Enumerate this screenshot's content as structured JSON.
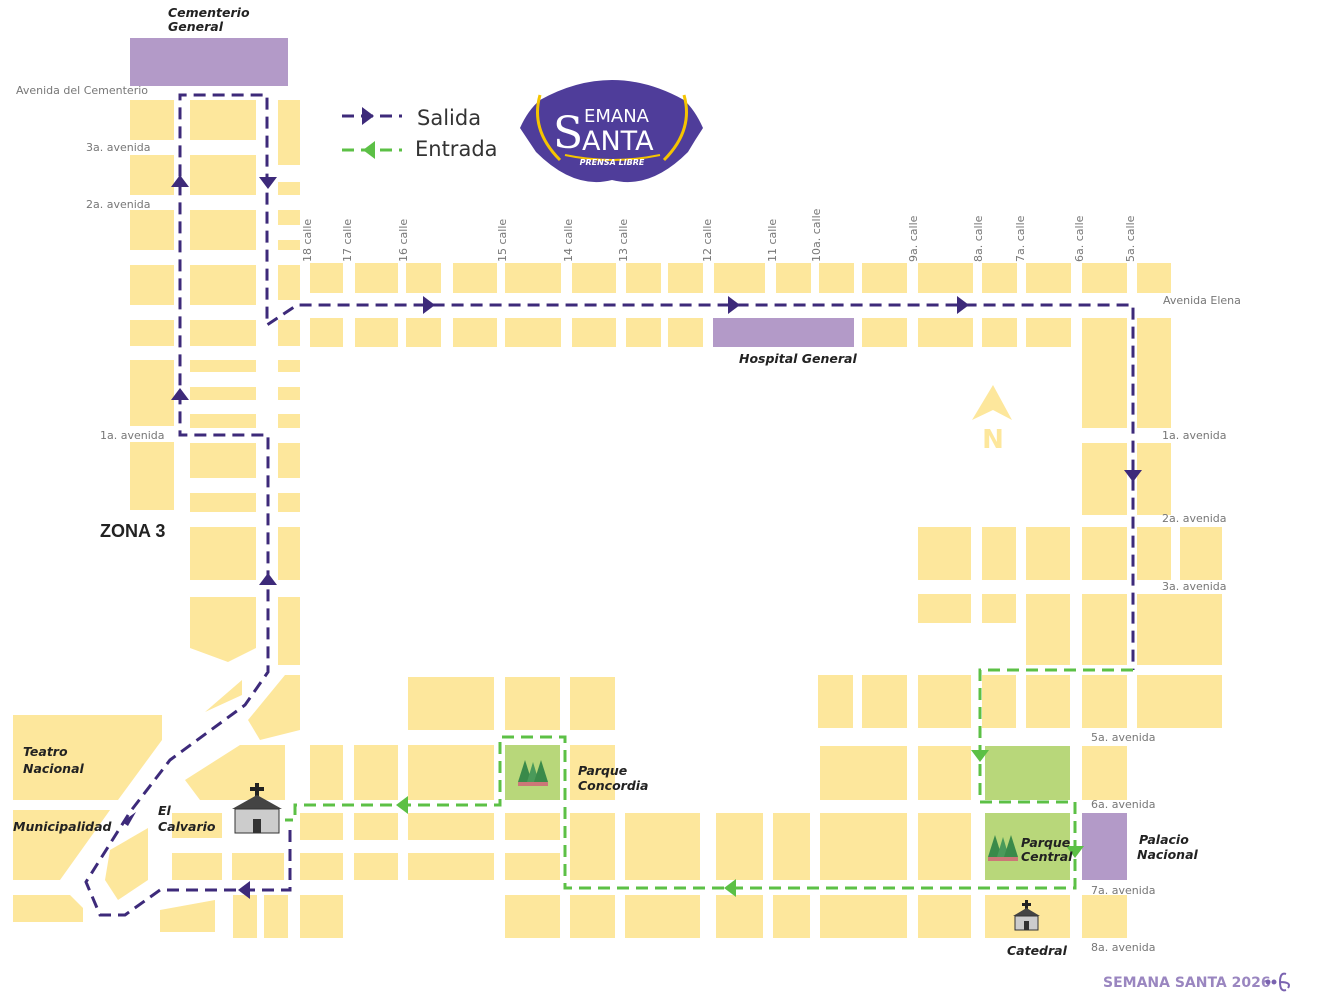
{
  "legend": {
    "salida": "Salida",
    "entrada": "Entrada"
  },
  "logo": {
    "line1": "EMANA",
    "big_s": "S",
    "line2": "ANTA",
    "brand": "PRENSA LIBRE"
  },
  "places": {
    "cementerio": [
      "Cementerio",
      "General"
    ],
    "hospital": "Hospital General",
    "teatro": [
      "Teatro",
      "Nacional"
    ],
    "municipalidad": "Municipalidad",
    "calvario": [
      "El",
      "Calvario"
    ],
    "concordia": [
      "Parque",
      "Concordia"
    ],
    "central": [
      "Parque",
      "Central"
    ],
    "palacio": [
      "Palacio",
      "Nacional"
    ],
    "catedral": "Catedral",
    "zona": "ZONA 3"
  },
  "avenues": {
    "cementerio": "Avenida del Cementerio",
    "a3_left": "3a. avenida",
    "a2_left": "2a. avenida",
    "a1_left": "1a. avenida",
    "elena": "Avenida Elena",
    "a1_right": "1a. avenida",
    "a2_right": "2a. avenida",
    "a3_right": "3a. avenida",
    "a5": "5a. avenida",
    "a6": "6a. avenida",
    "a7": "7a. avenida",
    "a8": "8a. avenida"
  },
  "calles": [
    "18 calle",
    "17 calle",
    "16 calle",
    "15 calle",
    "14 calle",
    "13 calle",
    "12 calle",
    "11 calle",
    "10a. calle",
    "9a. calle",
    "8a. calle",
    "7a. calle",
    "6a. calle",
    "5a. calle"
  ],
  "north": "N",
  "footer": "SEMANA SANTA 2026",
  "colors": {
    "salida": "#3d2a7a",
    "entrada": "#5cc046",
    "block": "#fde79c",
    "landmark": "#b39ac8",
    "park": "#b8d77a",
    "logo": "#4f3d9a",
    "gold": "#f5c400"
  }
}
